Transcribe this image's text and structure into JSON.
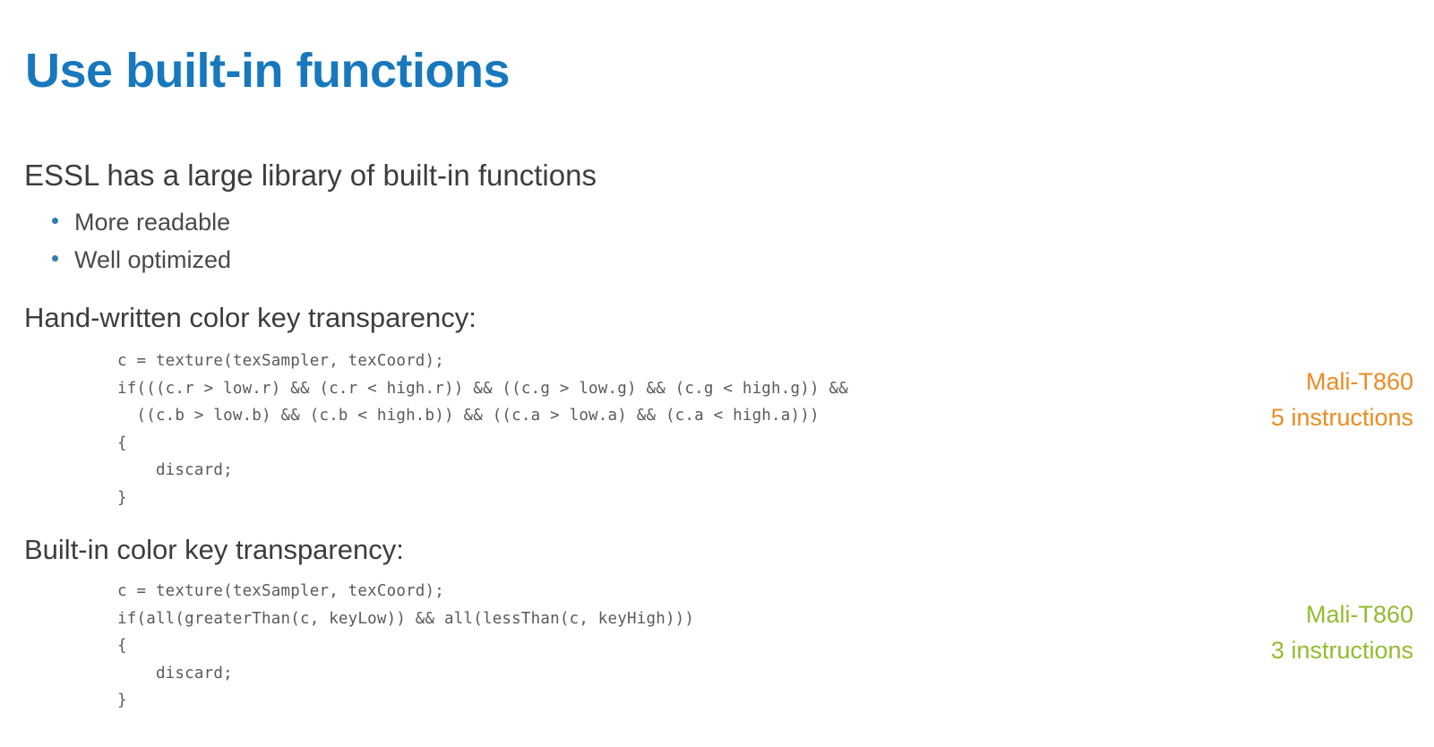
{
  "slide": {
    "title": "Use built-in functions",
    "intro": "ESSL has a large library of built-in functions",
    "bullets": [
      {
        "label": "More readable"
      },
      {
        "label": "Well optimized"
      }
    ],
    "sections": [
      {
        "heading": "Hand-written color key transparency:",
        "code": "c = texture(texSampler, texCoord);\nif(((c.r > low.r) && (c.r < high.r)) && ((c.g > low.g) && (c.g < high.g)) &&\n  ((c.b > low.b) && (c.b < high.b)) && ((c.a > low.a) && (c.a < high.a)))\n{\n    discard;\n}",
        "annotation": {
          "device": "Mali-T860",
          "cost": "5 instructions",
          "color": "#ed8b22"
        }
      },
      {
        "heading": "Built-in color key transparency:",
        "code": "c = texture(texSampler, texCoord);\nif(all(greaterThan(c, keyLow)) && all(lessThan(c, keyHigh)))\n{\n    discard;\n}",
        "annotation": {
          "device": "Mali-T860",
          "cost": "3 instructions",
          "color": "#93bc2e"
        }
      }
    ],
    "colors": {
      "title": "#1778bd",
      "body_text": "#3d3d3d",
      "bullet_marker": "#2e7eb0",
      "code_text": "#5a5a5a",
      "background": "#ffffff"
    }
  }
}
